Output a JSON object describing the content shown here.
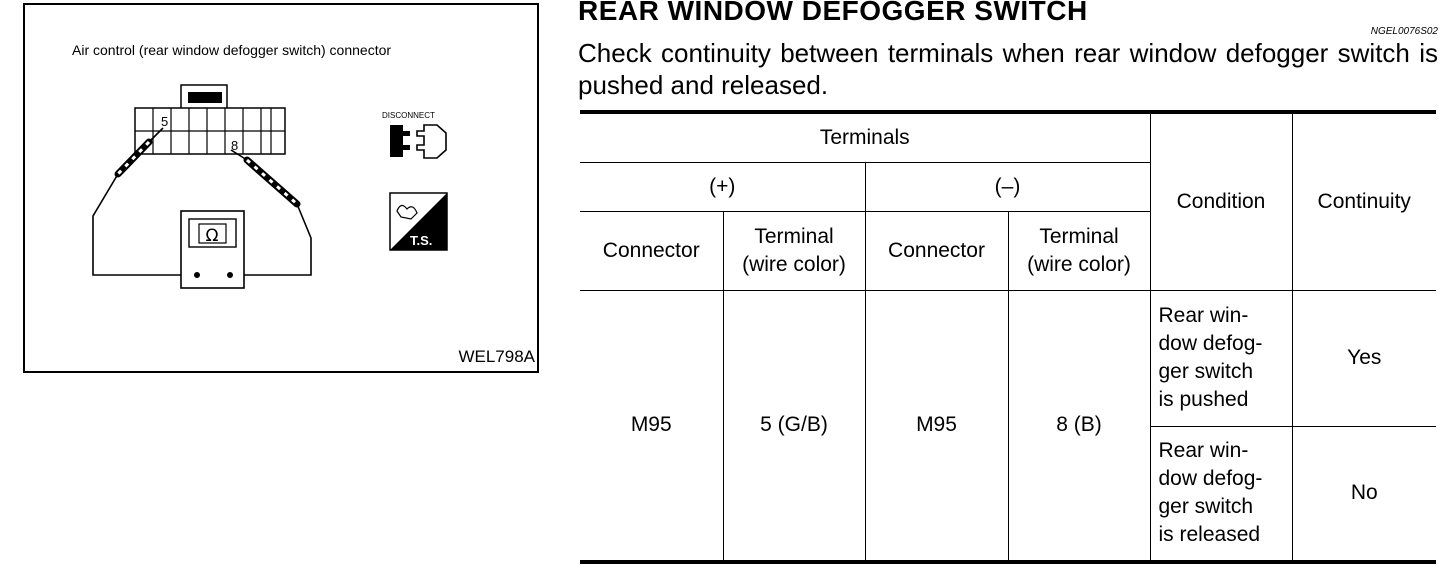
{
  "figure": {
    "caption": "Air control (rear window defogger switch) connector",
    "figure_id": "WEL798A",
    "terminal_a_label": "5",
    "terminal_b_label": "8",
    "ohm_symbol": "Ω",
    "disconnect_label": "DISCONNECT",
    "ts_label": "T.S.",
    "icons": [
      "connector-diagram",
      "ohmmeter-icon",
      "disconnect-icon",
      "trouble-shooting-icon"
    ]
  },
  "section": {
    "title": "REAR WINDOW DEFOGGER SWITCH",
    "ref_code": "NGEL0076S02",
    "intro": "Check continuity between terminals when rear window defogger switch is pushed and released."
  },
  "table": {
    "header_terminals": "Terminals",
    "header_plus": "(+)",
    "header_minus": "(–)",
    "header_condition": "Condition",
    "header_continuity": "Continuity",
    "header_connector": "Connector",
    "header_terminal_wire": "Terminal\n(wire color)",
    "plus_connector": "M95",
    "plus_terminal": "5 (G/B)",
    "minus_connector": "M95",
    "minus_terminal": "8 (B)",
    "rows": [
      {
        "condition": "Rear win-\ndow defog-\nger switch\nis pushed",
        "continuity": "Yes"
      },
      {
        "condition": "Rear win-\ndow defog-\nger switch\nis released",
        "continuity": "No"
      }
    ]
  }
}
